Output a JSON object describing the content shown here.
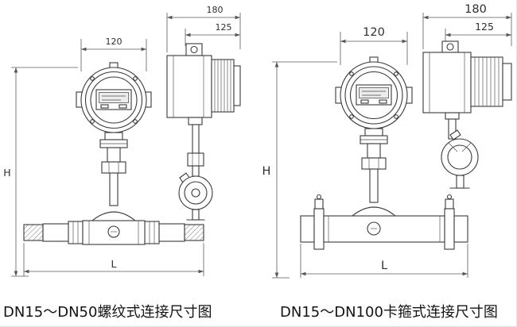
{
  "figure": {
    "left": {
      "caption": "DN15～DN50螺纹式连接尺寸图",
      "dims": {
        "width": "120",
        "depth": "180",
        "body": "125",
        "height": "H",
        "length": "L"
      }
    },
    "right": {
      "caption": "DN15～DN100卡箍式连接尺寸图",
      "dims": {
        "width": "120",
        "depth": "180",
        "body": "125",
        "height": "H",
        "length": "L"
      }
    }
  },
  "colors": {
    "line": "#3a3a3a",
    "dimension": "#5a5a5a",
    "text": "#141414"
  }
}
